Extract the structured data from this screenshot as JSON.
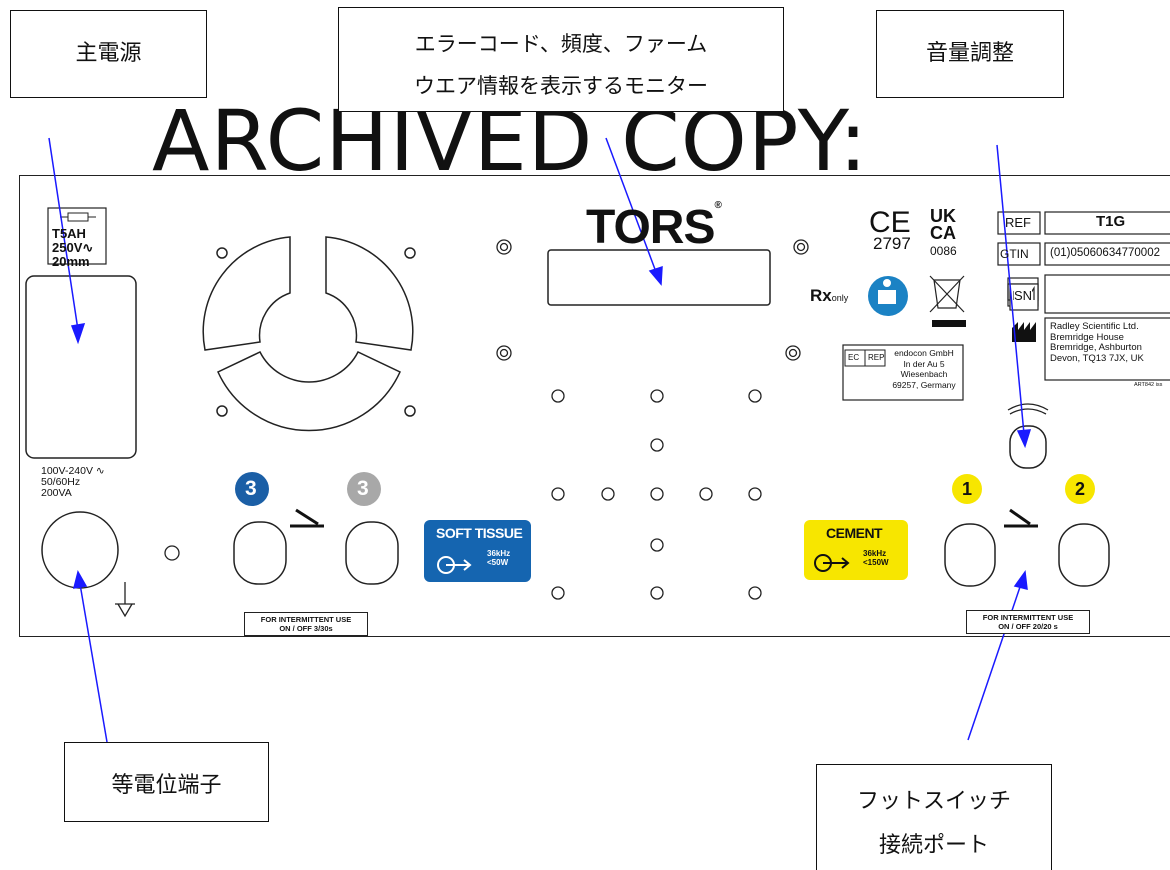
{
  "watermark": "ARCHIVED COPY:",
  "callouts": {
    "main_power": "主電源",
    "monitor_line1": "エラーコード、頻度、ファーム",
    "monitor_line2": "ウエア情報を表示するモニター",
    "volume": "音量調整",
    "equipotential": "等電位端子",
    "footswitch_line1": "フットスイッチ",
    "footswitch_line2": "接続ポート"
  },
  "fuse": {
    "line1": "T5AH",
    "line2": "250V∿",
    "line3": "20mm"
  },
  "power_rating": {
    "line1": "100V-240V ∿",
    "line2": "50/60Hz",
    "line3": "200VA"
  },
  "brand": "TORS",
  "brand_mark": "®",
  "ce": {
    "mark": "CE",
    "number": "2797"
  },
  "ukca": {
    "line1": "UK",
    "line2": "CA",
    "number": "0086"
  },
  "rx_only": {
    "rx": "Rx",
    "only": "only"
  },
  "label_table": {
    "ref_key": "REF",
    "ref_value": "T1G",
    "gtin_key": "GTIN",
    "gtin_value": "(01)05060634770002",
    "sn_key": "SN",
    "manufacturer_lines": [
      "Radley Scientific Ltd.",
      "Bremridge House",
      "Bremridge, Ashburton",
      "Devon, TQ13 7JX, UK"
    ],
    "art_number": "ART842 iss"
  },
  "ec_rep": {
    "ec": "EC",
    "rep": "REP",
    "lines": [
      "endocon GmbH",
      "In der Au 5",
      "Wiesenbach",
      "69257, Germany"
    ]
  },
  "soft_tissue": {
    "title": "SOFT TISSUE",
    "freq": "36kHz",
    "power": "<50W",
    "port_left": "3",
    "port_right": "3",
    "usage_line1": "FOR INTERMITTENT USE",
    "usage_line2": "ON / OFF    3/30s"
  },
  "cement": {
    "title": "CEMENT",
    "freq": "36kHz",
    "power": "<150W",
    "port_left": "1",
    "port_right": "2",
    "usage_line1": "FOR INTERMITTENT USE",
    "usage_line2": "ON / OFF    20/20 s"
  },
  "colors": {
    "soft_tissue_blue": "#1565b0",
    "cement_yellow": "#f7e600",
    "port3_blue": "#1b5fa6",
    "port3_grey": "#a8a8a8",
    "arrow_blue": "#1a1aff"
  },
  "icons": [
    "fuse-icon",
    "fan-vent-icon",
    "screw-icon",
    "ce-mark-icon",
    "ukca-mark-icon",
    "read-manual-icon",
    "weee-bin-icon",
    "manufacturer-icon",
    "date-of-manufacture-icon",
    "footswitch-icon",
    "ground-icon",
    "volume-arc-icon",
    "ultrasound-output-icon"
  ]
}
